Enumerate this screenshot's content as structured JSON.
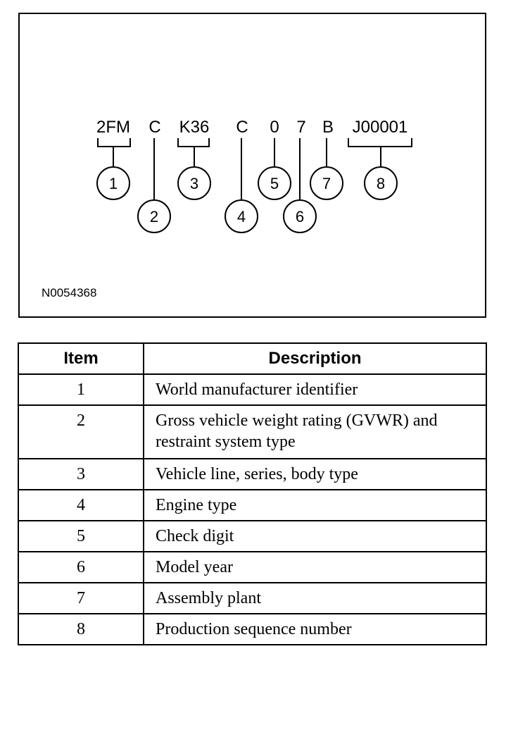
{
  "figure": {
    "id": "N0054368",
    "vin_segments": [
      {
        "text": "2FM"
      },
      {
        "text": "C"
      },
      {
        "text": "K36"
      },
      {
        "text": "C"
      },
      {
        "text": "0"
      },
      {
        "text": "7"
      },
      {
        "text": "B"
      },
      {
        "text": "J00001"
      }
    ],
    "callouts": [
      "1",
      "2",
      "3",
      "4",
      "5",
      "6",
      "7",
      "8"
    ]
  },
  "table": {
    "headers": {
      "item": "Item",
      "description": "Description"
    },
    "rows": [
      {
        "item": "1",
        "description": "World manufacturer identifier"
      },
      {
        "item": "2",
        "description": "Gross vehicle weight rating (GVWR) and restraint system type"
      },
      {
        "item": "3",
        "description": "Vehicle line, series, body type"
      },
      {
        "item": "4",
        "description": "Engine type"
      },
      {
        "item": "5",
        "description": "Check digit"
      },
      {
        "item": "6",
        "description": "Model year"
      },
      {
        "item": "7",
        "description": "Assembly plant"
      },
      {
        "item": "8",
        "description": "Production sequence number"
      }
    ]
  }
}
